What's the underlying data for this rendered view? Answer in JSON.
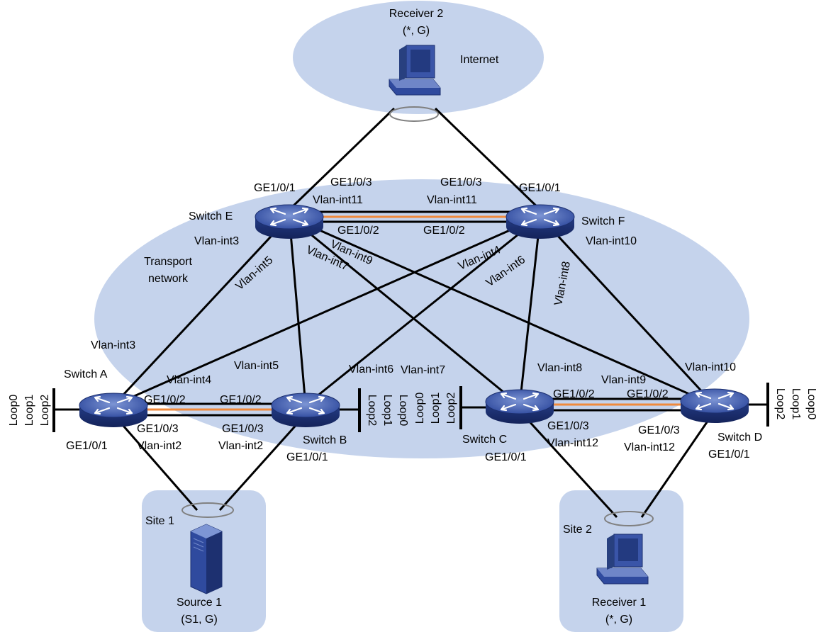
{
  "regions": {
    "internet": "Internet",
    "transport": [
      "Transport",
      "network"
    ],
    "site1": "Site 1",
    "site2": "Site 2"
  },
  "hosts": {
    "receiver2": [
      "Receiver 2",
      "(*, G)"
    ],
    "source1": [
      "Source 1",
      "(S1, G)"
    ],
    "receiver1": [
      "Receiver 1",
      "(*, G)"
    ]
  },
  "switches": {
    "a": "Switch A",
    "b": "Switch B",
    "c": "Switch C",
    "d": "Switch D",
    "e": "Switch E",
    "f": "Switch F"
  },
  "loopbacks": [
    "Loop0",
    "Loop1",
    "Loop2"
  ],
  "labels": {
    "e_ge101": "GE1/0/1",
    "e_ge103": "GE1/0/3",
    "e_vint11": "Vlan-int11",
    "e_ge102": "GE1/0/2",
    "f_ge103": "GE1/0/3",
    "f_vint11": "Vlan-int11",
    "f_ge101": "GE1/0/1",
    "f_ge102": "GE1/0/2",
    "e_vint3": "Vlan-int3",
    "e_vint5": "Vlan-int5",
    "e_vint7": "Vlan-int7",
    "e_vint9": "Vlan-int9",
    "f_vint10": "Vlan-int10",
    "f_vint4": "Vlan-int4",
    "f_vint6": "Vlan-int6",
    "f_vint8": "Vlan-int8",
    "a_vint3": "Vlan-int3",
    "a_vint4": "Vlan-int4",
    "b_vint5": "Vlan-int5",
    "b_vint6": "Vlan-int6",
    "c_vint7": "Vlan-int7",
    "c_vint8": "Vlan-int8",
    "c_vint9": "Vlan-int9",
    "d_vint10": "Vlan-int10",
    "a_ge102": "GE1/0/2",
    "b_ge102": "GE1/0/2",
    "a_ge103": "GE1/0/3",
    "b_ge103": "GE1/0/3",
    "a_ge101": "GE1/0/1",
    "a_vint2": "Vlan-int2",
    "b_vint2": "Vlan-int2",
    "b_ge101": "GE1/0/1",
    "c_ge102": "GE1/0/2",
    "d_ge102": "GE1/0/2",
    "c_ge103": "GE1/0/3",
    "d_ge103": "GE1/0/3",
    "c_vint12": "Vlan-int12",
    "d_vint12": "Vlan-int12",
    "c_ge101": "GE1/0/1",
    "d_ge101": "GE1/0/1"
  }
}
